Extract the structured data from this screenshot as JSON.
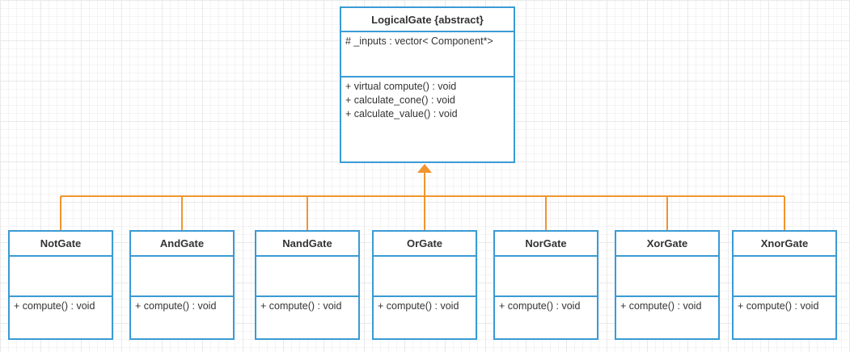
{
  "colors": {
    "class_border": "#3a9bd5",
    "inheritance_line": "#f0952e"
  },
  "base_class": {
    "name": "LogicalGate {abstract}",
    "attributes": [
      "# _inputs : vector< Component*>"
    ],
    "methods": [
      "+ virtual compute() : void",
      "+ calculate_cone() : void",
      "+ calculate_value() : void"
    ]
  },
  "subclasses": [
    {
      "name": "NotGate",
      "methods": [
        "+ compute() : void"
      ]
    },
    {
      "name": "AndGate",
      "methods": [
        "+ compute() : void"
      ]
    },
    {
      "name": "NandGate",
      "methods": [
        "+ compute() : void"
      ]
    },
    {
      "name": "OrGate",
      "methods": [
        "+ compute() : void"
      ]
    },
    {
      "name": "NorGate",
      "methods": [
        "+ compute() : void"
      ]
    },
    {
      "name": "XorGate",
      "methods": [
        "+ compute() : void"
      ]
    },
    {
      "name": "XnorGate",
      "methods": [
        "+ compute() : void"
      ]
    }
  ]
}
